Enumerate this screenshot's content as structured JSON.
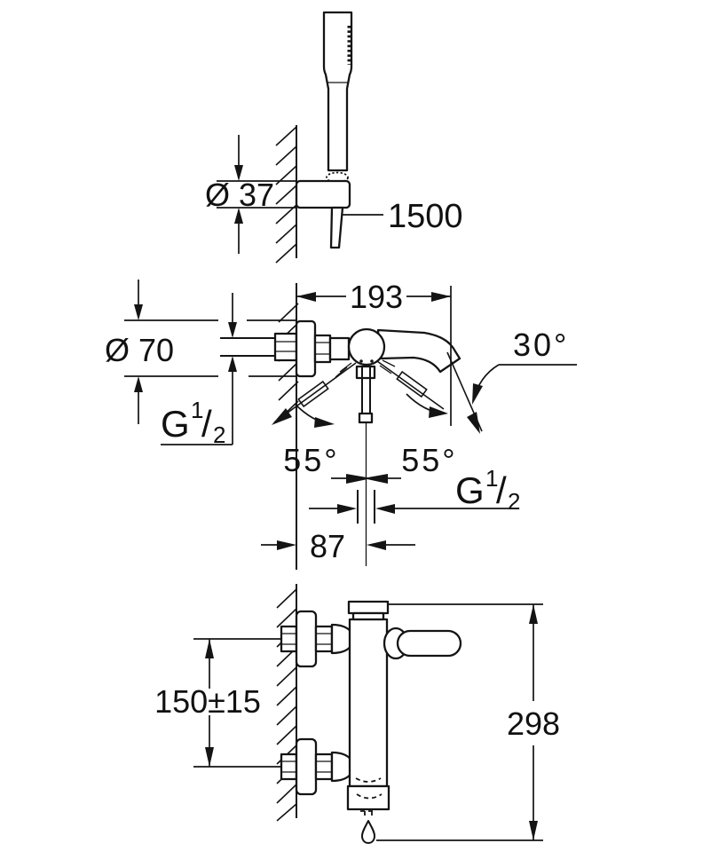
{
  "drawing": {
    "kind": "technical dimensional drawing",
    "views": {
      "hand_shower": {
        "holder_dia": "Ø 37",
        "hose_length": "1500"
      },
      "front": {
        "width": "193",
        "flange_dia": "Ø 70",
        "thread_g": "G",
        "thread_num": "1",
        "thread_slash": "/",
        "thread_den": "2",
        "spout_angle": "30°",
        "swing_left": "55°",
        "swing_right": "55°",
        "outlet_offset": "87"
      },
      "side": {
        "inlet_spacing": "150±15",
        "overall_height": "298"
      }
    }
  }
}
